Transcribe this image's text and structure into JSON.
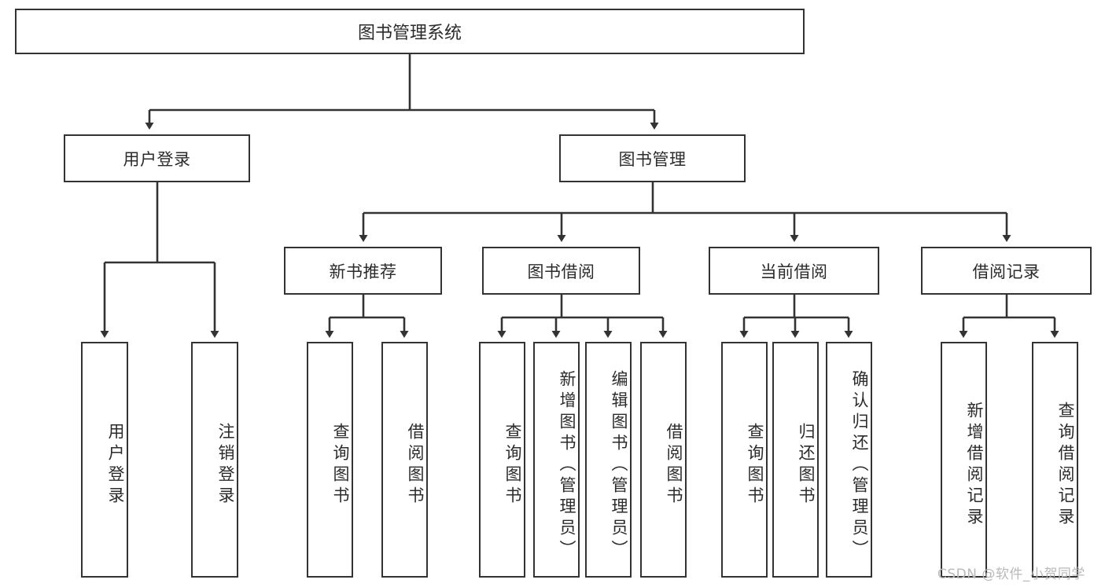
{
  "diagram": {
    "title": "图书管理系统",
    "type": "hierarchy-tree",
    "levels": {
      "root": {
        "label": "图书管理系统"
      },
      "level2": [
        {
          "label": "用户登录"
        },
        {
          "label": "图书管理"
        }
      ],
      "level3": [
        {
          "label": "新书推荐"
        },
        {
          "label": "图书借阅"
        },
        {
          "label": "当前借阅"
        },
        {
          "label": "借阅记录"
        }
      ],
      "leaves": [
        {
          "label": "用户登录",
          "parent": "用户登录"
        },
        {
          "label": "注销登录",
          "parent": "用户登录"
        },
        {
          "label": "查询图书",
          "parent": "新书推荐"
        },
        {
          "label": "借阅图书",
          "parent": "新书推荐"
        },
        {
          "label": "查询图书",
          "parent": "图书借阅"
        },
        {
          "label": "新增图书（管理员）",
          "parent": "图书借阅"
        },
        {
          "label": "编辑图书（管理员）",
          "parent": "图书借阅"
        },
        {
          "label": "借阅图书",
          "parent": "图书借阅"
        },
        {
          "label": "查询图书",
          "parent": "当前借阅"
        },
        {
          "label": "归还图书",
          "parent": "当前借阅"
        },
        {
          "label": "确认归还（管理员）",
          "parent": "当前借阅"
        },
        {
          "label": "新增借阅记录",
          "parent": "借阅记录"
        },
        {
          "label": "查询借阅记录",
          "parent": "借阅记录"
        }
      ]
    },
    "colors": {
      "border": "#333333",
      "text": "#2b2b2b",
      "background": "#ffffff",
      "watermark": "#b9b9b9"
    }
  },
  "watermark": {
    "text": "CSDN @软件_小贺同学"
  }
}
